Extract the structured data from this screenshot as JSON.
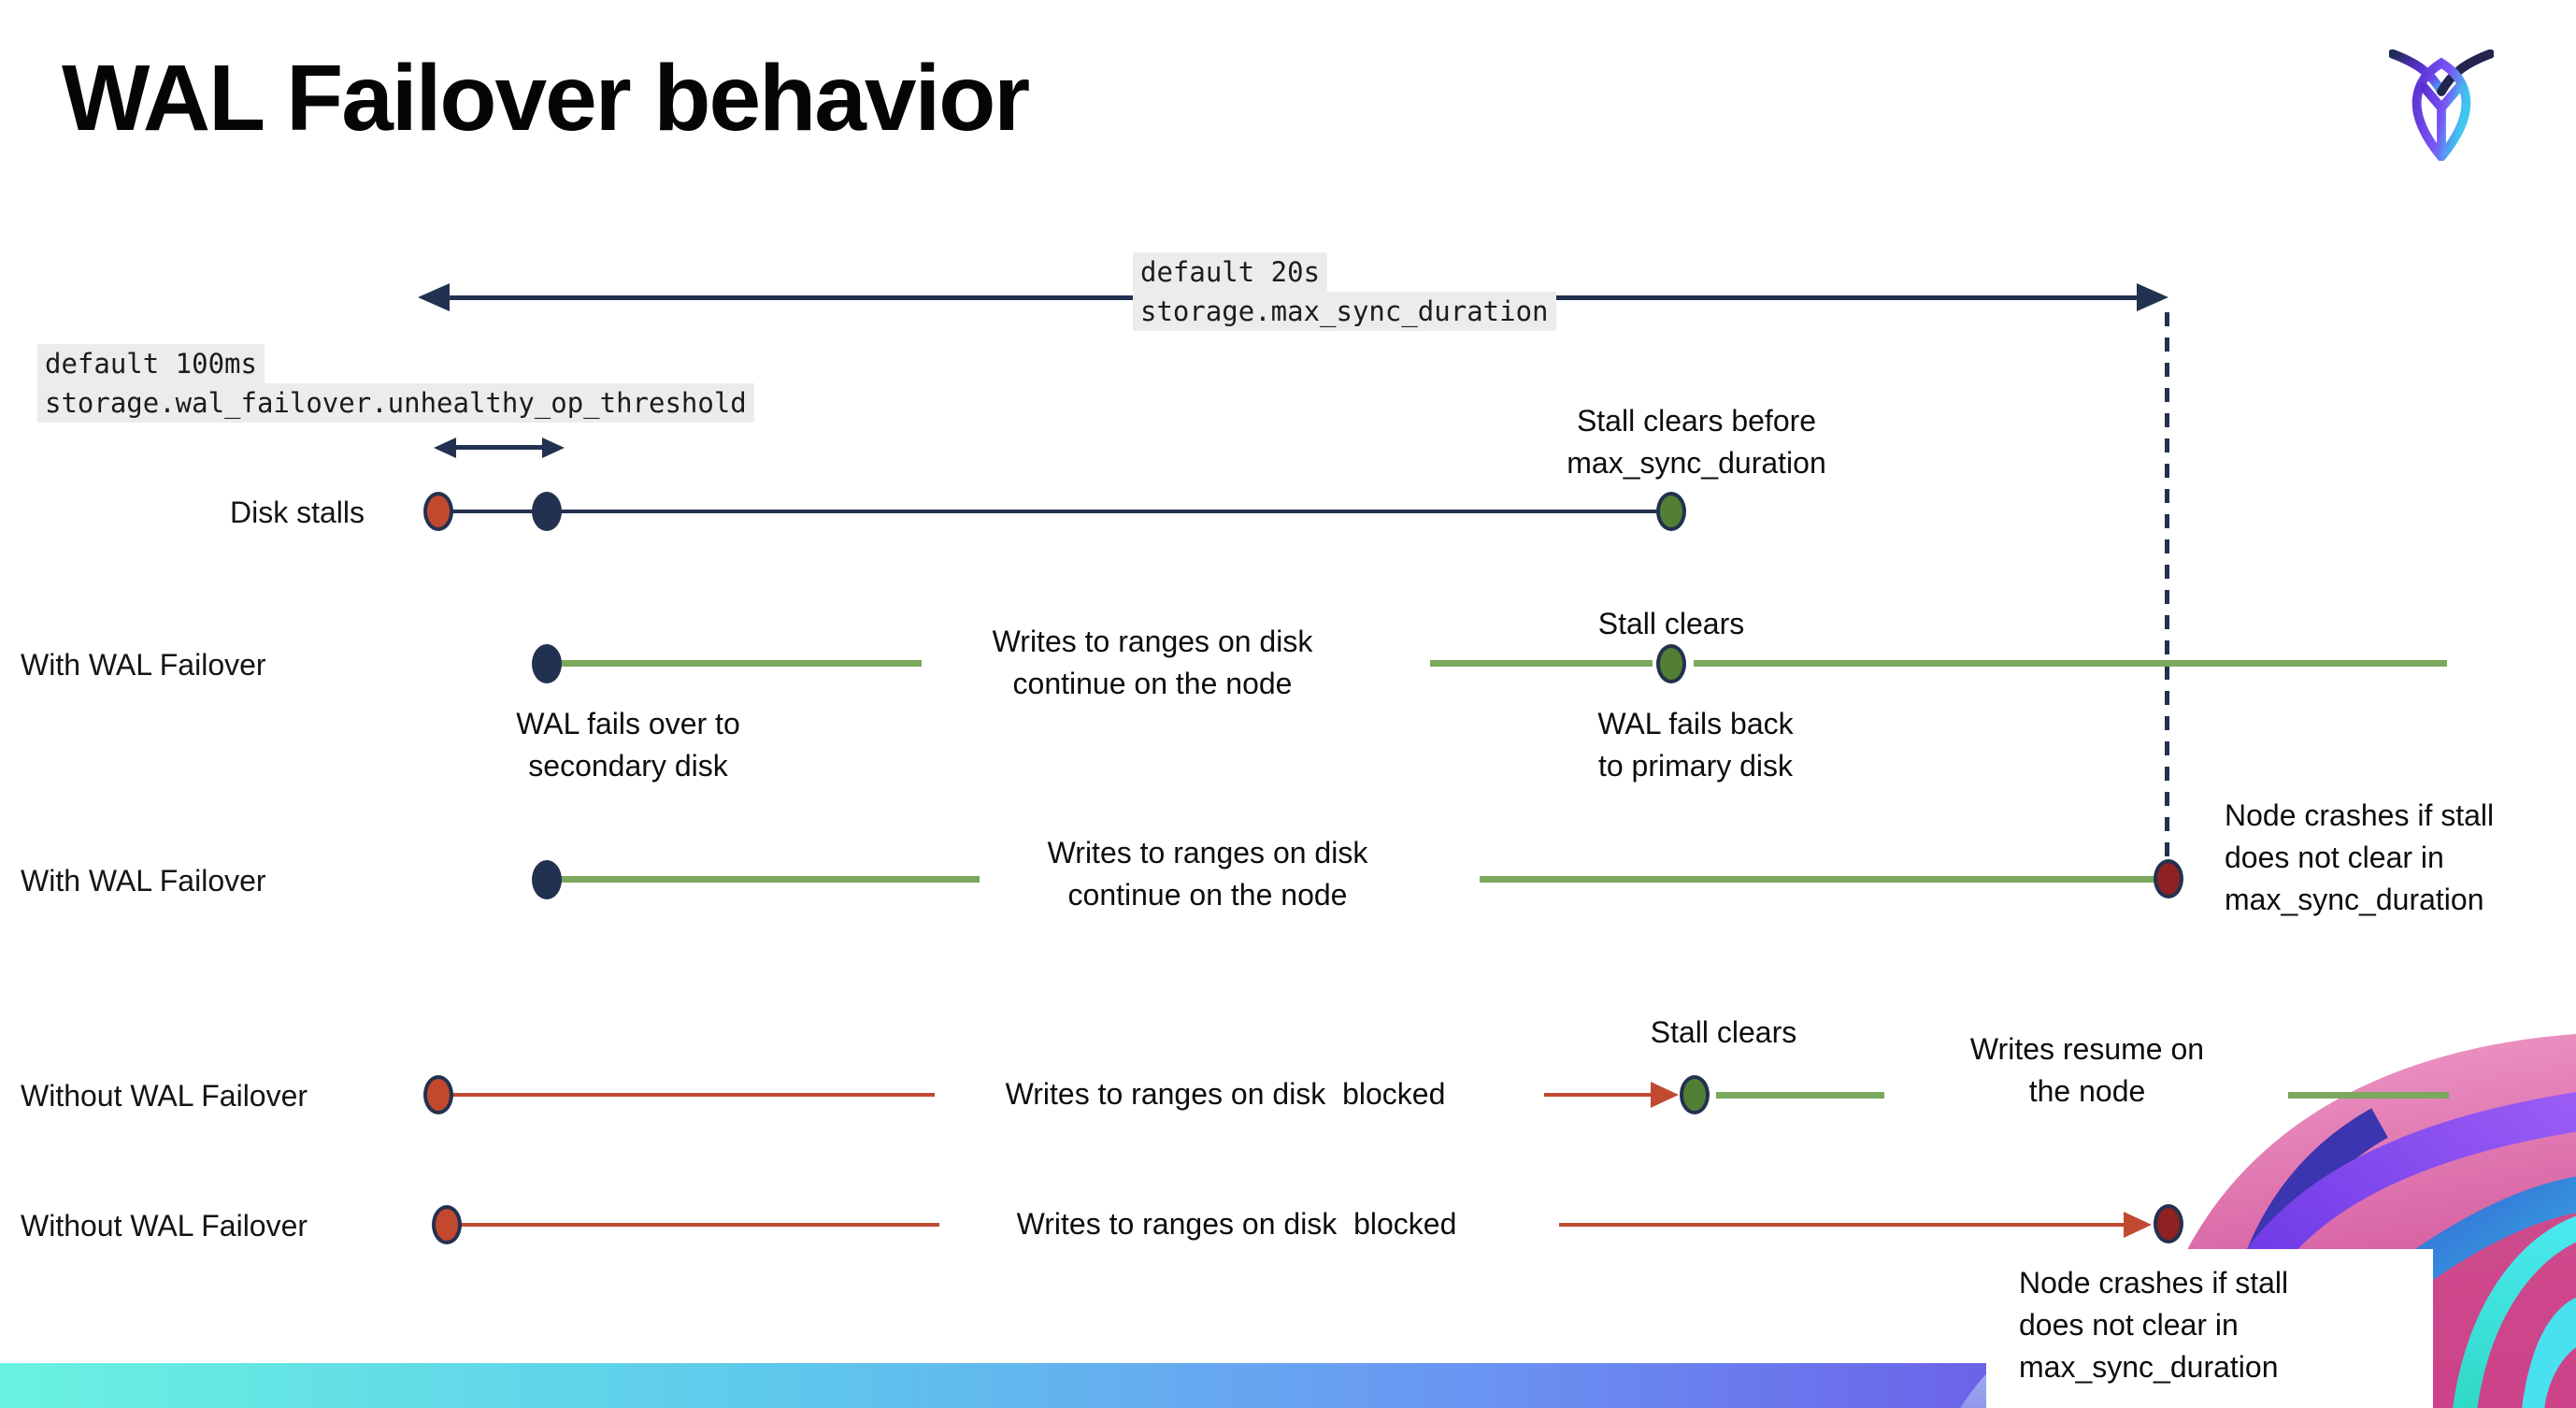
{
  "title": "WAL Failover behavior",
  "colors": {
    "navy": "#233150",
    "green_line": "#7aa85c",
    "green_dot": "#527f33",
    "red_line": "#c04a31",
    "red_dot": "#c2492e",
    "maroon_dot": "#8e2121",
    "code_bg": "#ececec",
    "bottom_bar_gradient": [
      "#68f2e0",
      "#5ec9ec",
      "#6a93f2",
      "#6d3fe0"
    ]
  },
  "settings_callouts": {
    "max_sync_duration": {
      "default_label": "default 20s",
      "setting_name": "storage.max_sync_duration"
    },
    "unhealthy_op_threshold": {
      "default_label": "default 100ms",
      "setting_name": "storage.wal_failover.unhealthy_op_threshold"
    }
  },
  "rows": [
    {
      "label": "Disk stalls",
      "stall_clears_note": "Stall clears before\nmax_sync_duration"
    },
    {
      "label": "With WAL Failover",
      "failover_note": "WAL fails over to\nsecondary disk",
      "writes_note": "Writes to ranges on disk\ncontinue on the node",
      "stall_clears_note": "Stall clears",
      "failback_note": "WAL fails  back\nto primary disk"
    },
    {
      "label": "With WAL Failover",
      "writes_note": "Writes to ranges on disk\ncontinue on the node",
      "crash_note": "Node crashes if stall\ndoes not clear in\nmax_sync_duration"
    },
    {
      "label": "Without WAL Failover",
      "writes_note": "Writes to ranges on disk  blocked",
      "stall_clears_note": "Stall clears",
      "resume_note": "Writes resume on\nthe node"
    },
    {
      "label": "Without WAL Failover",
      "writes_note": "Writes to ranges on disk  blocked",
      "crash_note": "Node crashes if stall\ndoes not clear in\nmax_sync_duration"
    }
  ]
}
